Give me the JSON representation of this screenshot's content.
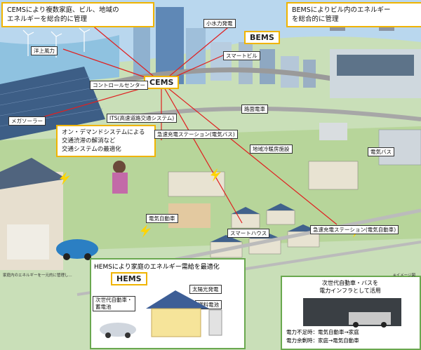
{
  "callouts": {
    "cems": [
      "CEMSにより複数家庭、ビル、地域の",
      "エネルギーを総合的に管理"
    ],
    "bems": [
      "BEMSによりビル内のエネルギー",
      "を総合的に管理"
    ],
    "ondemand": [
      "オン・デマンドシステムによる",
      "交通渋滞の解消など",
      "交通システムの最適化"
    ],
    "hems": "HEMSにより家庭のエネルギー需給を最適化",
    "vehicle": [
      "次世代自動車・バスを",
      "電力インフラとして活用"
    ]
  },
  "badges": {
    "cems": "CEMS",
    "bems": "BEMS",
    "hems": "HEMS"
  },
  "labels": {
    "hydro": "小水力発電",
    "offshore_wind": "洋上風力",
    "smart_building": "スマートビル",
    "control_center": "コントロールセンター",
    "mega_solar": "メガソーラー",
    "its": "ITS(高速道路交通システム)",
    "streetcar": "路面電車",
    "quick_charge_bus": "急速充電ステーション(電気バス)",
    "district_heating": "地域冷暖房施設",
    "electric_bus": "電気バス",
    "electric_car": "電気自動車",
    "smart_house": "スマートハウス",
    "quick_charge_car": "急速充電ステーション(電気自動車)"
  },
  "hems_panel": {
    "next_gen_car": [
      "次世代自動車・",
      "蓄電池"
    ],
    "solar": "太陽光発電",
    "fuel_cell": "燃料電池"
  },
  "vehicle_panel": {
    "shortage": "電力不足時：電気自動車→家庭",
    "surplus": "電力余剰時：家庭→電気自動車"
  },
  "footnote_left": "家庭内のエネルギーを一元的に管理し...",
  "footnote_right": "※イメージ図"
}
